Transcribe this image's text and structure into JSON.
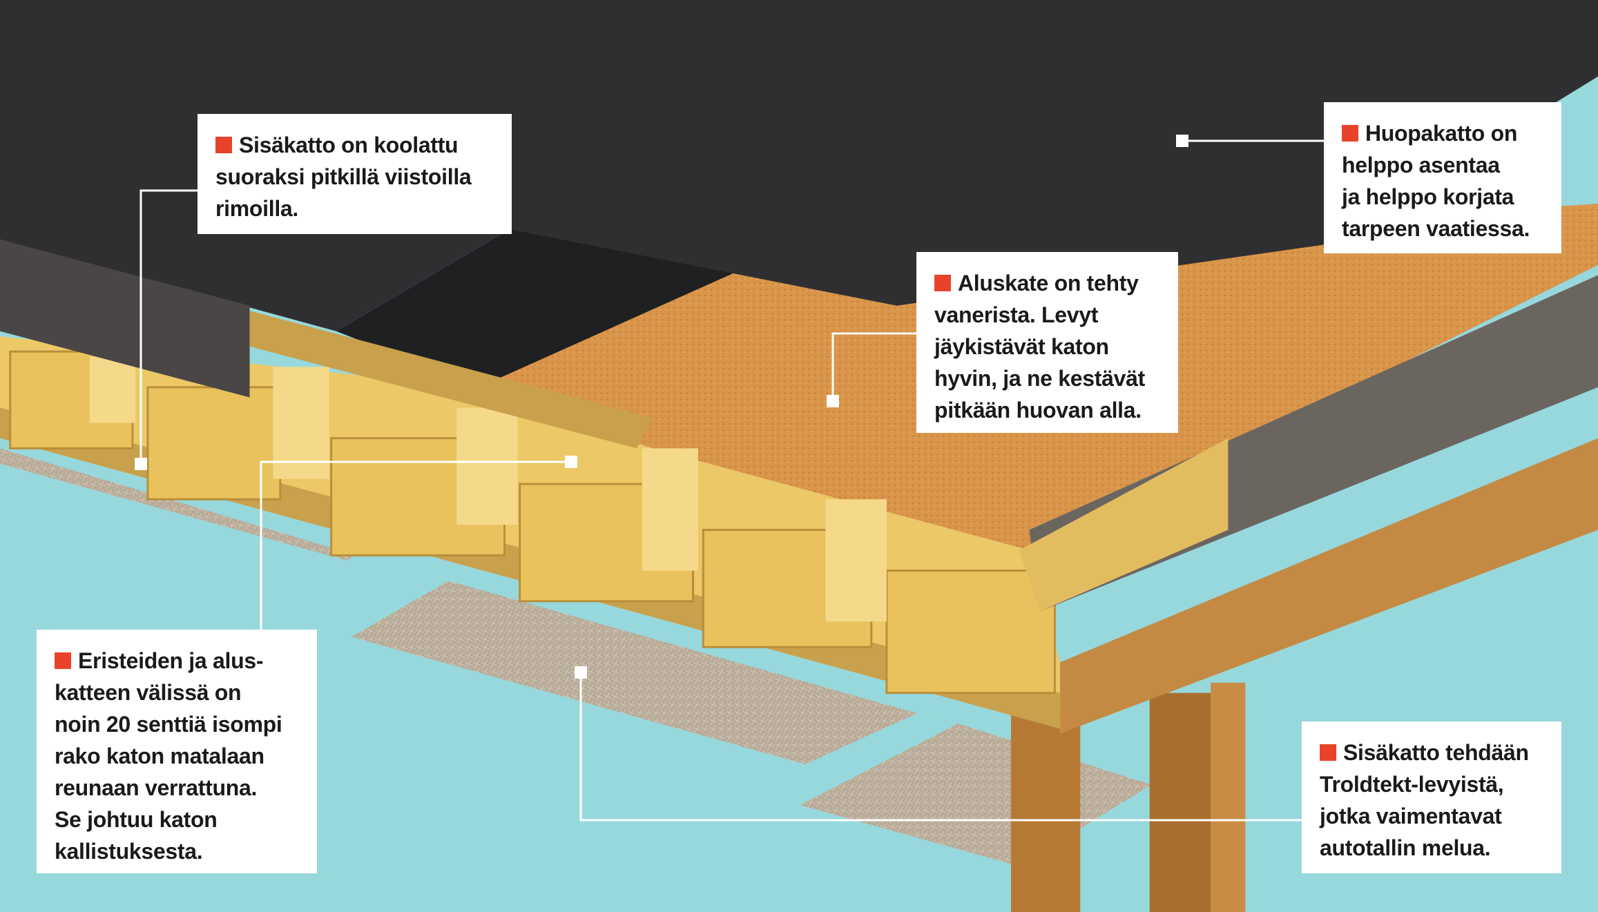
{
  "colors": {
    "sky": "#97d8dd",
    "felt": "#2e2e30",
    "plywood": "#d9954a",
    "timber": "#f0cf6a",
    "bullet": "#e8432a",
    "panel": "#b8ab98"
  },
  "callouts": [
    {
      "id": "inner-ceiling-battens",
      "lines": [
        "Sisäkatto on koolattu",
        "suoraksi pitkillä viistoilla",
        "rimoilla."
      ]
    },
    {
      "id": "felt-roof",
      "lines": [
        "Huopakatto on",
        "helppo asentaa",
        "ja helppo korjata",
        "tarpeen vaatiessa."
      ]
    },
    {
      "id": "plywood-underlay",
      "lines": [
        "Aluskate on tehty",
        "vanerista. Levyt",
        "jäykistävät katon",
        "hyvin, ja ne kestävät",
        "pitkään huovan alla."
      ]
    },
    {
      "id": "insulation-gap",
      "lines": [
        "Eristeiden ja alus-",
        "katteen välissä on",
        "noin 20 senttiä isompi",
        "rako katon matalaan",
        "reunaan verrattuna.",
        "Se johtuu katon",
        "kallistuksesta."
      ]
    },
    {
      "id": "troldtekt-ceiling",
      "lines": [
        "Sisäkatto tehdään",
        "Troldtekt-levyistä,",
        "jotka vaimentavat",
        "autotallin melua."
      ]
    }
  ]
}
